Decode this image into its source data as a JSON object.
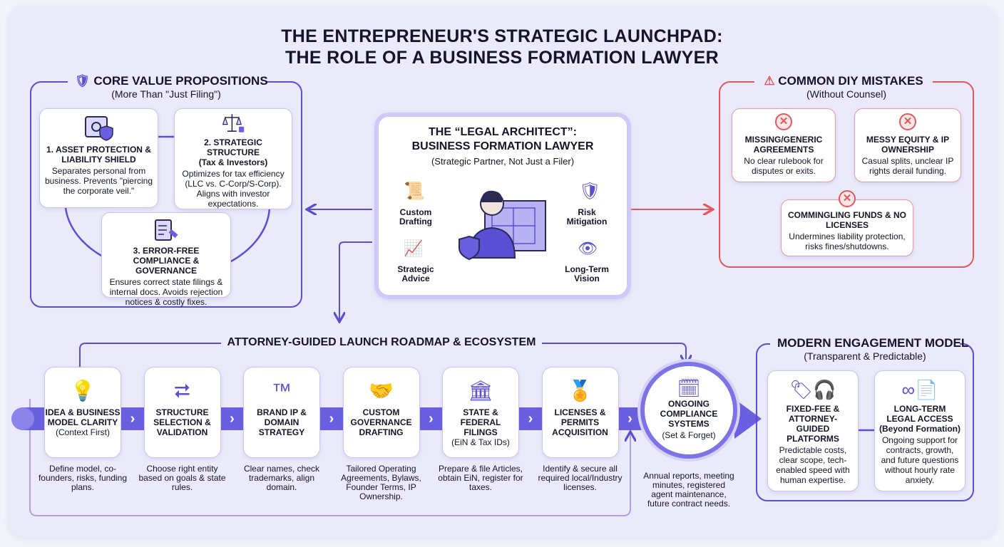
{
  "title": {
    "line1": "THE ENTREPRENEUR'S STRATEGIC LAUNCHPAD:",
    "line2": "THE ROLE OF A BUSINESS FORMATION LAWYER"
  },
  "core": {
    "heading": "CORE VALUE PROPOSITIONS",
    "subheading": "(More Than \"Just Filing\")",
    "icon": "shield-check-icon",
    "cards": [
      {
        "title": "1. ASSET PROTECTION & LIABILITY SHIELD",
        "desc": "Separates personal from business. Prevents \"piercing the corporate veil.\"",
        "icon": "safe-shield-icon"
      },
      {
        "title": "2. STRATEGIC STRUCTURE",
        "title2": "(Tax & Investors)",
        "desc": "Optimizes for tax efficiency (LLC vs. C-Corp/S-Corp). Aligns with investor expectations.",
        "icon": "scales-coins-icon"
      },
      {
        "title": "3. ERROR-FREE COMPLIANCE & GOVERNANCE",
        "desc": "Ensures correct state filings & internal docs. Avoids rejection notices & costly fixes.",
        "icon": "clipboard-gavel-icon"
      }
    ]
  },
  "center": {
    "title1": "THE “LEGAL ARCHITECT”:",
    "title2": "BUSINESS FORMATION LAWYER",
    "subtitle": "(Strategic Partner, Not Just a Filer)",
    "items": [
      {
        "label": "Custom Drafting",
        "icon": "document-pen-icon"
      },
      {
        "label": "Strategic Advice",
        "icon": "growth-chart-icon"
      },
      {
        "label": "Risk Mitigation",
        "icon": "shield-check-icon"
      },
      {
        "label": "Long-Term Vision",
        "icon": "eye-icon"
      }
    ],
    "center_icon": "lawyer-blueprint-icon"
  },
  "mistakes": {
    "heading": "COMMON DIY MISTAKES",
    "subheading": "(Without Counsel)",
    "icon": "warning-icon",
    "accent": "#e0575d",
    "cards": [
      {
        "title": "MISSING/GENERIC AGREEMENTS",
        "desc": "No clear rulebook for disputes or exits."
      },
      {
        "title": "MESSY EQUITY & IP OWNERSHIP",
        "desc": "Casual splits, unclear IP rights derail funding."
      },
      {
        "title": "COMMINGLING FUNDS & NO LICENSES",
        "desc": "Undermines liability protection, risks fines/shutdowns."
      }
    ]
  },
  "roadmap": {
    "heading": "ATTORNEY-GUIDED LAUNCH ROADMAP & ECOSYSTEM",
    "steps": [
      {
        "title": "IDEA & BUSINESS MODEL CLARITY",
        "sub": "(Context First)",
        "desc": "Define model, co-founders, risks, funding plans.",
        "icon": "lightbulb-question-icon"
      },
      {
        "title": "STRUCTURE SELECTION & VALIDATION",
        "sub": "",
        "desc": "Choose right entity based on goals & state rules.",
        "icon": "flowchart-icon"
      },
      {
        "title": "BRAND IP & DOMAIN STRATEGY",
        "sub": "",
        "desc": "Clear names, check trademarks, align domain.",
        "icon": "trademark-search-icon"
      },
      {
        "title": "CUSTOM GOVERNANCE DRAFTING",
        "sub": "",
        "desc": "Tailored Operating Agreements, Bylaws, Founder Terms, IP Ownership.",
        "icon": "handshake-document-icon"
      },
      {
        "title": "STATE & FEDERAL FILINGS",
        "sub": "(EiN & Tax IDs)",
        "desc": "Prepare & file Articles, obtain EiN, register for taxes.",
        "icon": "capitol-tax-icon"
      },
      {
        "title": "LICENSES & PERMITS ACQUISITION",
        "sub": "",
        "desc": "Identify & secure all required local/Industry licenses.",
        "icon": "award-ribbon-icon"
      }
    ],
    "final": {
      "title": "ONGOING COMPLIANCE SYSTEMS",
      "sub": "(Set & Forget)",
      "desc": "Annual reports, meeting minutes, registered agent maintenance, future contract needs.",
      "icon": "calendar-cycle-icon"
    },
    "accent": "#5a4fd4"
  },
  "engagement": {
    "heading": "MODERN ENGAGEMENT MODEL",
    "subheading": "(Transparent & Predictable)",
    "cards": [
      {
        "title": "FIXED-FEE & ATTORNEY-GUIDED PLATFORMS",
        "sub": "",
        "desc": "Predictable costs, clear scope, tech-enabled speed with human expertise.",
        "icon": "price-tag-headset-icon"
      },
      {
        "title": "LONG-TERM LEGAL ACCESS",
        "sub": "(Beyond Formation)",
        "desc": "Ongoing support for contracts, growth, and future questions without hourly rate anxiety.",
        "icon": "infinity-document-icon"
      }
    ]
  }
}
